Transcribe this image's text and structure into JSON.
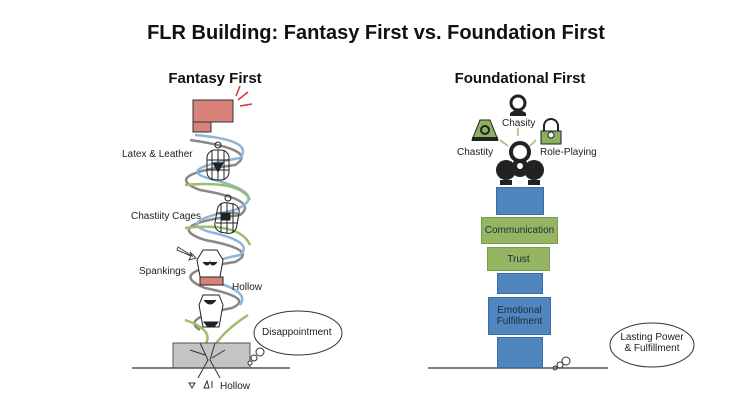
{
  "title": "FLR Building: Fantasy First vs. Foundation First",
  "left": {
    "heading": "Fantasy First",
    "labels": [
      "Latex & Leather",
      "Chastiity Cages",
      "Spankings",
      "Hollow"
    ],
    "thought": "Disappointment",
    "bottom_label": "Hollow"
  },
  "right": {
    "heading": "Foundational First",
    "icons": [
      "Chasity",
      "Chastity",
      "Role-Playing"
    ],
    "blocks": [
      "Communication",
      "Trust",
      "Emotional Fulfillment"
    ],
    "thought": "Lasting Power & Fulfillment"
  },
  "colors": {
    "blue": "#4f86c0",
    "green": "#94b562",
    "shoe": "#d9827a",
    "spiral_blue": "#8fb6d6",
    "spiral_green": "#9dbd6a",
    "spiral_grey": "#888888"
  }
}
